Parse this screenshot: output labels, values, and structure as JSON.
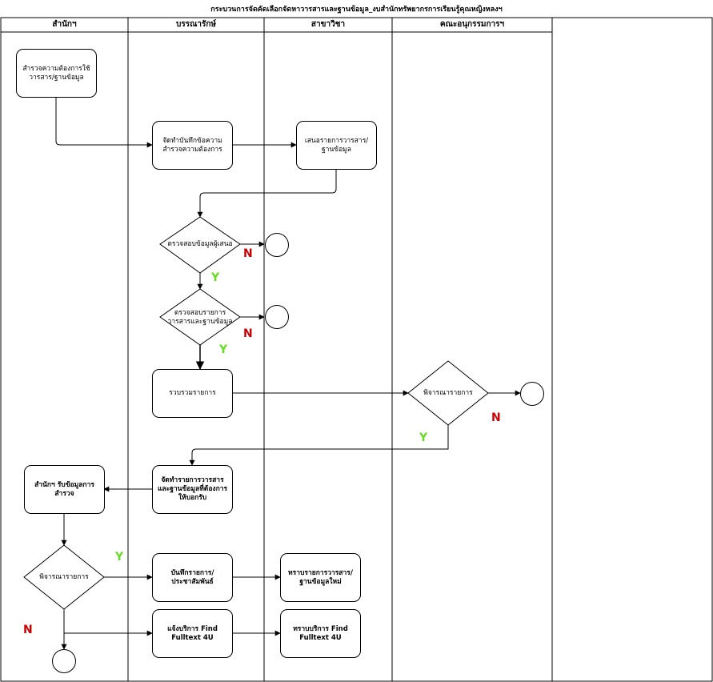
{
  "title": "กระบวนการจัดคัดเลือกจัดหาวารสารและฐานข้อมูล_งบสำนักทรัพยากรการเรียนรู้คุณหญิงหลงฯ",
  "lanes": [
    "สำนักฯ",
    "บรรณารักษ์",
    "สาขาวิชา",
    "คณะอนุกรรมการฯ"
  ],
  "nodes": {
    "survey": "สำรวจความต้องการใช้วารสาร/ฐานข้อมูล",
    "record": "จัดทำบันทึกข้อความสำรวจความต้องการ",
    "propose": "เสนอรายการวารสาร/ฐานข้อมูล",
    "check_proposer": "ตรวจสอบข้อมูลผู้เสนอ",
    "check_list": "ตรวจสอบรายการวารสารและฐานข้อมูล",
    "compile": "รวบรวมรายการ",
    "consider_committee": "พิจารณารายการ",
    "prepare_list": "จัดทำรายการวารสารและฐานข้อมูลที่ต้องการให้บอกรับ",
    "office_receive": "สำนักฯ รับข้อมูลการสำรวจ",
    "consider_office": "พิจารณารายการ",
    "record_pr": "บันทึกรายการ/ประชาสัมพันธ์",
    "ack_list": "ทราบรายการวารสาร/ฐานข้อมูลใหม่",
    "notify_service": "แจ้งบริการ Find Fulltext 4U",
    "ack_service": "ทราบบริการ Find Fulltext 4U"
  },
  "decision_labels": {
    "yes": "Y",
    "no": "N"
  }
}
